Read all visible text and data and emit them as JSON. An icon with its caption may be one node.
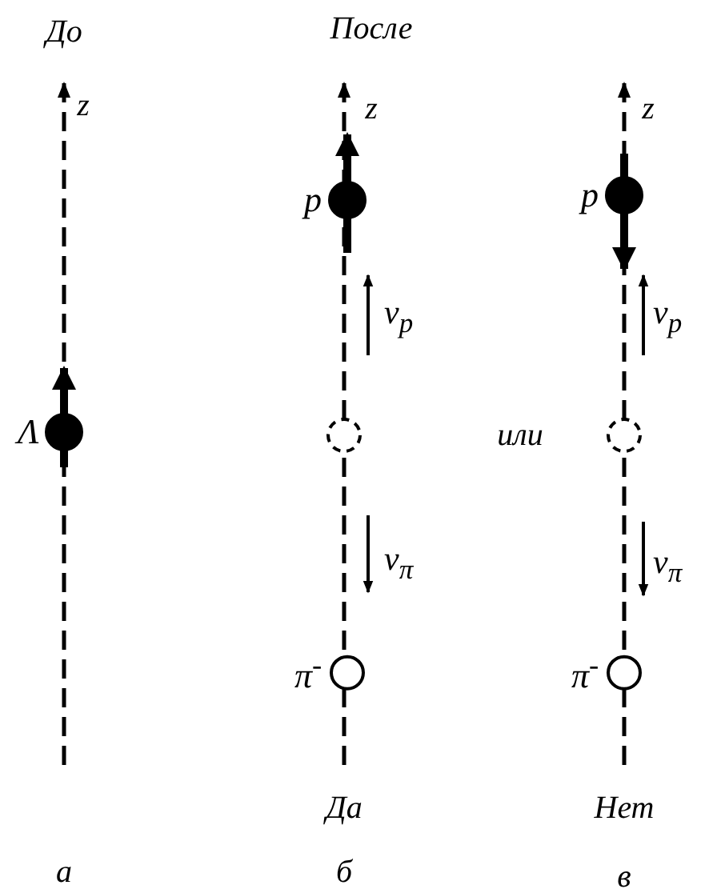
{
  "diagram": {
    "nodes": [
      {
        "text": [],
        "shape": "circle",
        "beside": [
          "Λ"
        ]
      },
      {
        "text": [],
        "shape": "circle",
        "beside": [
          "p"
        ]
      },
      {
        "text": [],
        "shape": "circle"
      },
      {
        "text": [],
        "shape": "circle",
        "beside": [
          "π$^{-}$"
        ]
      },
      {
        "text": [],
        "shape": "circle",
        "beside": [
          "p"
        ]
      },
      {
        "text": [],
        "shape": "circle"
      },
      {
        "text": [],
        "shape": "circle",
        "beside": [
          "π$^{-}$"
        ]
      }
    ],
    "labels": [
      "До",
      "После",
      "z",
      "z",
      "z",
      "v$_{p}$",
      "v$_{p}$",
      "или",
      "v$_{π}$",
      "v$_{π}$",
      "Да",
      "Нет",
      "а",
      "б",
      "в"
    ]
  }
}
